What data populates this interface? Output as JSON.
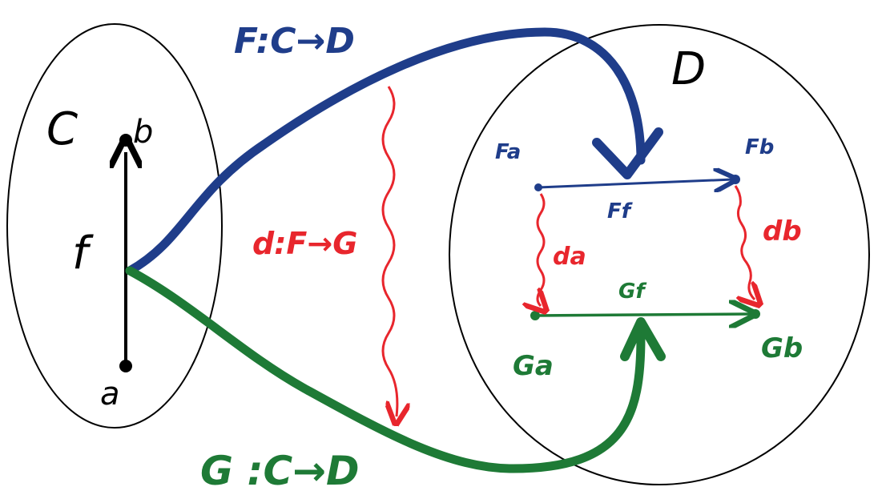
{
  "colors": {
    "ink": "#000000",
    "blue": "#1f3d8a",
    "green": "#1e7a36",
    "red": "#e8262d"
  },
  "labels": {
    "category_c": "C",
    "category_d": "D",
    "object_a": "a",
    "object_b": "b",
    "morphism_f": "f",
    "functor_F": "F:C→D",
    "functor_G": "G :C→D",
    "nat_trans": "d:F→G",
    "Fa": "Fa",
    "Fb": "Fb",
    "Ff": "Ff",
    "Ga": "Ga",
    "Gb": "Gb",
    "Gf": "Gf",
    "da": "da",
    "db": "db"
  }
}
